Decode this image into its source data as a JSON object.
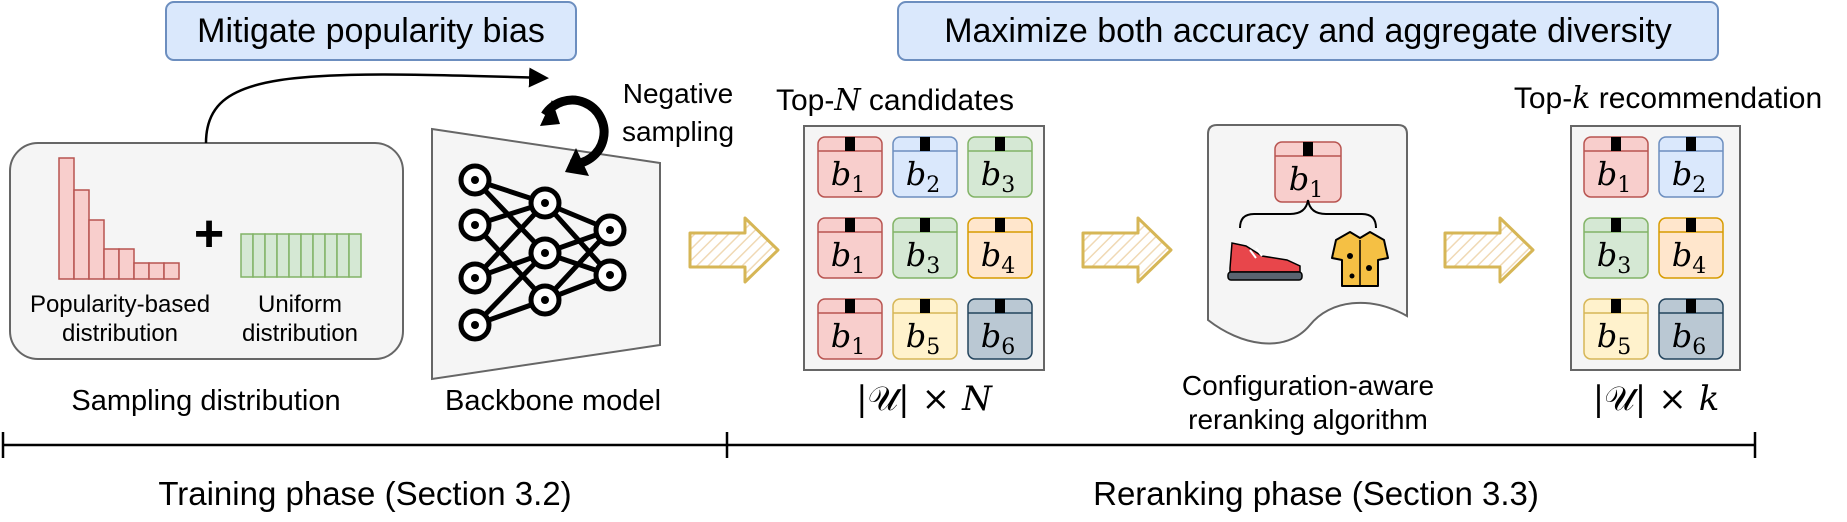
{
  "banners": {
    "left": "Mitigate popularity bias",
    "right": "Maximize both accuracy and aggregate diversity"
  },
  "sampling": {
    "pop_label_1": "Popularity-based",
    "pop_label_2": "distribution",
    "uni_label_1": "Uniform",
    "uni_label_2": "distribution",
    "plus": "+",
    "caption": "Sampling distribution"
  },
  "model": {
    "neg_1": "Negative",
    "neg_2": "sampling",
    "caption": "Backbone model"
  },
  "topn": {
    "title_prefix": "Top-",
    "title_var": "N",
    "title_suffix": " candidates",
    "size_u": "|𝒰|",
    "size_times": "×",
    "size_var": "N",
    "items": [
      {
        "letter": "b",
        "sub": "1",
        "color": "red"
      },
      {
        "letter": "b",
        "sub": "2",
        "color": "blue"
      },
      {
        "letter": "b",
        "sub": "3",
        "color": "green"
      },
      {
        "letter": "b",
        "sub": "1",
        "color": "red"
      },
      {
        "letter": "b",
        "sub": "3",
        "color": "green"
      },
      {
        "letter": "b",
        "sub": "4",
        "color": "orange"
      },
      {
        "letter": "b",
        "sub": "1",
        "color": "red"
      },
      {
        "letter": "b",
        "sub": "5",
        "color": "yellow"
      },
      {
        "letter": "b",
        "sub": "6",
        "color": "gray"
      }
    ]
  },
  "rerank": {
    "item": {
      "letter": "b",
      "sub": "1",
      "color": "red"
    },
    "caption_1": "Configuration-aware",
    "caption_2": "reranking algorithm",
    "icons": [
      "sneaker-icon",
      "shirt-icon"
    ]
  },
  "topk": {
    "title_prefix": "Top-",
    "title_var": "k",
    "title_suffix": " recommendation",
    "size_u": "|𝒰|",
    "size_times": "×",
    "size_var": "k",
    "items": [
      {
        "letter": "b",
        "sub": "1",
        "color": "red"
      },
      {
        "letter": "b",
        "sub": "2",
        "color": "blue"
      },
      {
        "letter": "b",
        "sub": "3",
        "color": "green"
      },
      {
        "letter": "b",
        "sub": "4",
        "color": "orange"
      },
      {
        "letter": "b",
        "sub": "5",
        "color": "yellow"
      },
      {
        "letter": "b",
        "sub": "6",
        "color": "gray"
      }
    ]
  },
  "phases": {
    "training": "Training phase (Section 3.2)",
    "reranking": "Reranking phase (Section 3.3)"
  },
  "colors": {
    "banner_fill": "#dae8fc",
    "banner_stroke": "#6c8ebf",
    "arrow": "#d6b656",
    "red": [
      "#f8cecc",
      "#b85450"
    ],
    "blue": [
      "#dae8fc",
      "#6c8ebf"
    ],
    "green": [
      "#d5e8d4",
      "#82b366"
    ],
    "orange": [
      "#ffe6cc",
      "#d79b00"
    ],
    "yellow": [
      "#fff2cc",
      "#d6b656"
    ],
    "gray": [
      "#bac8d3",
      "#23445d"
    ]
  }
}
